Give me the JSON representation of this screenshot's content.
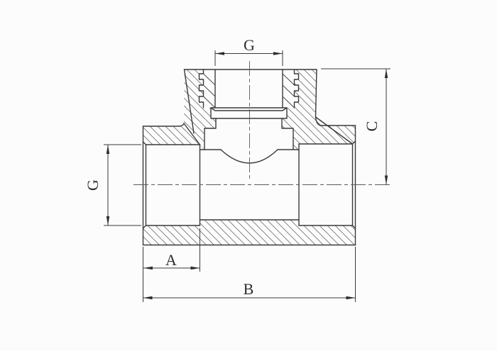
{
  "drawing": {
    "title": "tee-fitting-section-drawing",
    "type": "technical-section-view",
    "part": "equal-tee-pipe-fitting"
  },
  "dimensions": {
    "thread_top": {
      "label": "G",
      "meaning": "branch thread size"
    },
    "thread_left": {
      "label": "G",
      "meaning": "socket bore size"
    },
    "socket_depth": {
      "label": "A",
      "meaning": "socket depth"
    },
    "overall_width": {
      "label": "B",
      "meaning": "overall body width"
    },
    "branch_height": {
      "label": "C",
      "meaning": "axis to branch top height"
    }
  },
  "colors": {
    "background": "#fcfcfc",
    "outline": "#3a3a3a",
    "hatch": "#707070",
    "dimension_lines": "#3a3a3a",
    "text": "#2d2d2d"
  }
}
